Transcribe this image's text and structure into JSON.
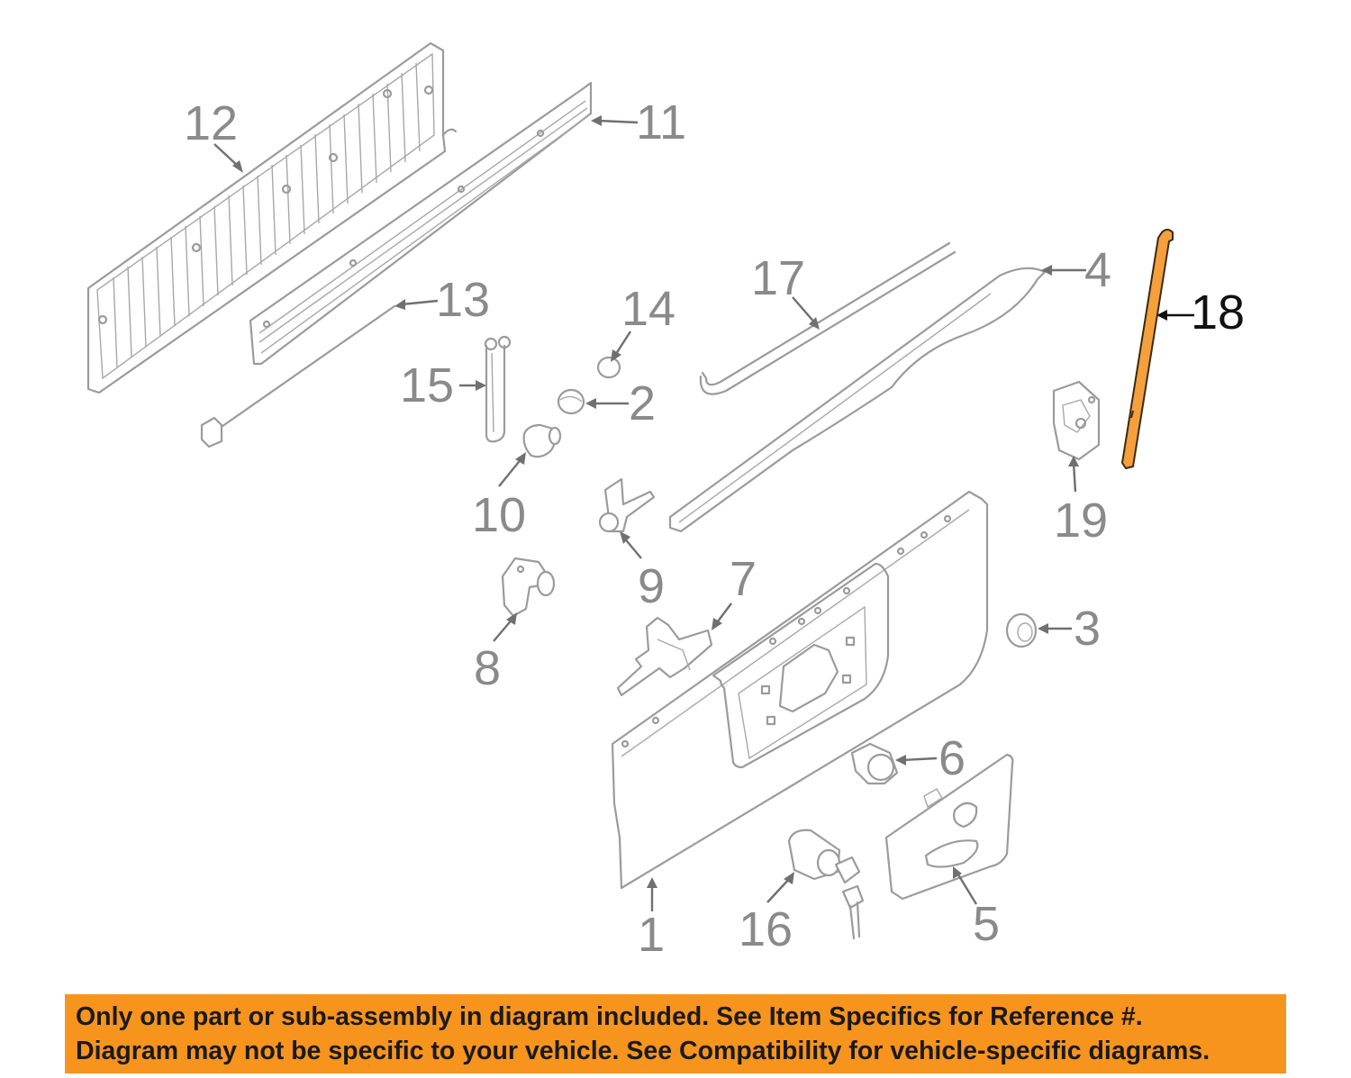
{
  "diagram": {
    "callouts": {
      "c1": "1",
      "c2": "2",
      "c3": "3",
      "c4": "4",
      "c5": "5",
      "c6": "6",
      "c7": "7",
      "c8": "8",
      "c9": "9",
      "c10": "10",
      "c11": "11",
      "c12": "12",
      "c13": "13",
      "c14": "14",
      "c15": "15",
      "c16": "16",
      "c17": "17",
      "c18": "18",
      "c19": "19"
    },
    "highlighted_part": "18"
  },
  "notice": {
    "line1": "Only one part or sub-assembly in diagram included. See Item Specifics for Reference #.",
    "line2": "Diagram may not be specific to your vehicle. See Compatibility for vehicle-specific diagrams.",
    "background_color": "#f7941d"
  },
  "colors": {
    "highlight": "#f5a03c",
    "line_art": "#9b9b9b",
    "callout_text": "#8a8a8a",
    "active_callout": "#111111"
  }
}
